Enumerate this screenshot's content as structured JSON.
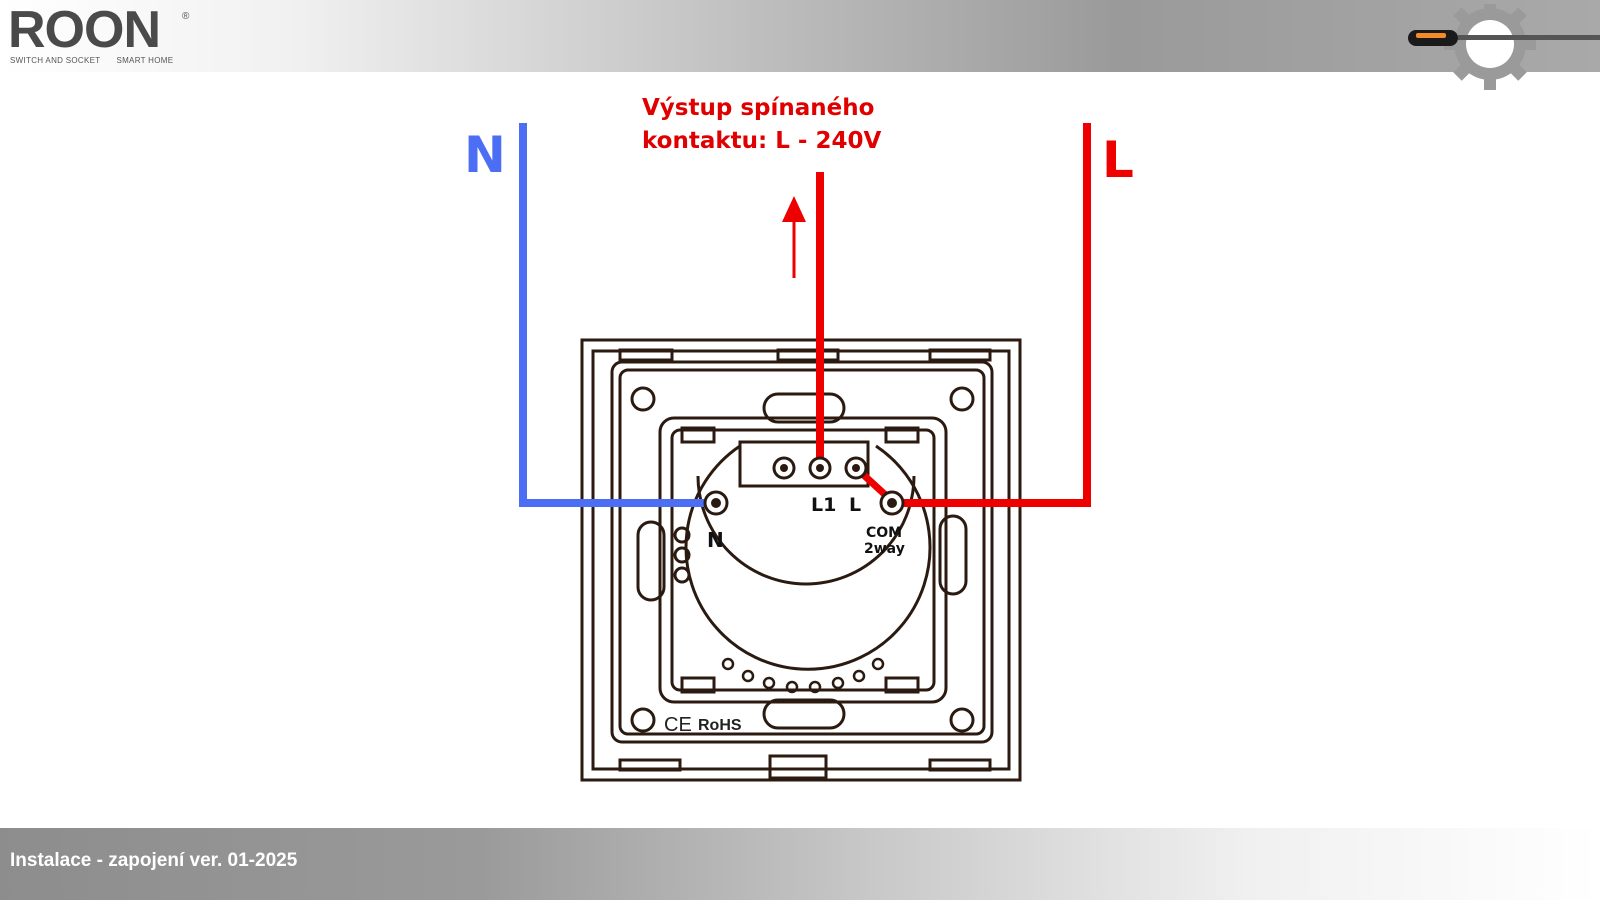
{
  "header": {
    "logo_word": "ROON",
    "logo_reg": "®",
    "logo_sub_1": "SWITCH AND SOCKET",
    "logo_sub_2": "SMART HOME",
    "logo_color": "#4a4a4a",
    "logo_accent": "#f28c28",
    "right_icon": "screwdriver-gear-icon"
  },
  "wires": {
    "neutral_label": "N",
    "neutral_color": "#4c6ef5",
    "live_label": "L",
    "live_color": "#ee0000"
  },
  "output_label": {
    "line1": "Výstup spínaného",
    "line2": "kontaktu: L - 240V"
  },
  "terminals": {
    "l1": "L1",
    "l": "L",
    "n": "N",
    "com": "COM",
    "twoway": "2way"
  },
  "marks": {
    "ce": "CE",
    "rohs": "RoHS"
  },
  "footer": {
    "text": "Instalace - zapojení ver. 01-2025"
  }
}
